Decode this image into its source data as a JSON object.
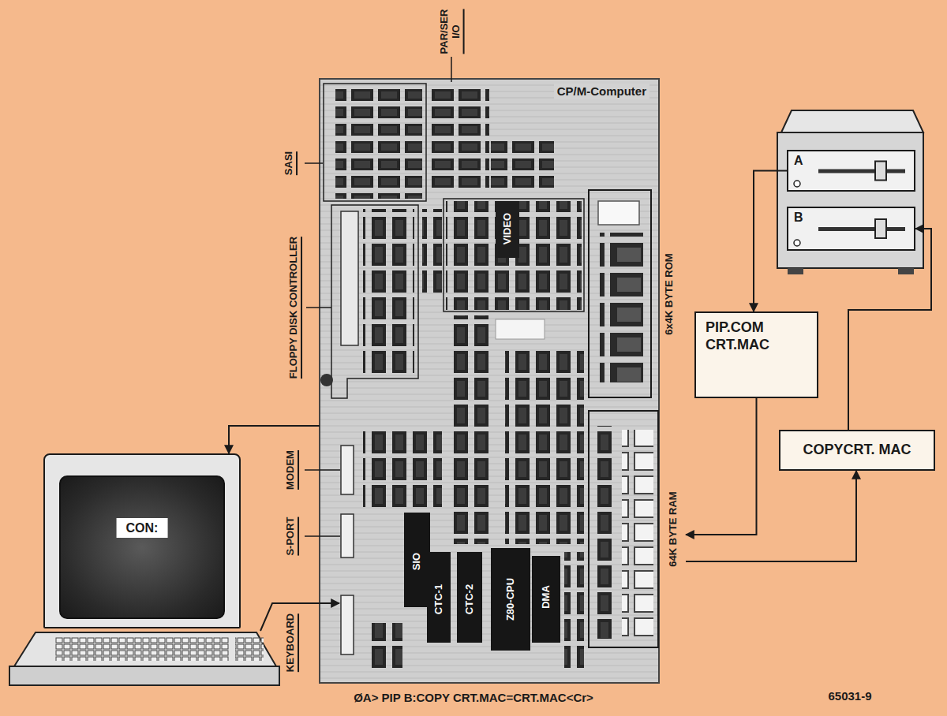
{
  "diagram": {
    "caption": "ØA> PIP B:COPY CRT.MAC=CRT.MAC<Cr>",
    "nodes": [
      {
        "text": [
          "CP/M-Computer"
        ]
      },
      {
        "text": [
          "6x4K BYTE ROM"
        ],
        "in": 0
      },
      {
        "text": [
          "64K BYTE RAM"
        ],
        "in": 0
      },
      {
        "text": [
          "PIP.COM CRT.MAC"
        ]
      },
      {
        "text": [
          "COPYCRT. MAC"
        ]
      },
      {
        "text": [
          "CON:"
        ]
      },
      {
        "text": [
          "A"
        ]
      },
      {
        "text": [
          "B"
        ]
      }
    ],
    "edges": [
      {
        "from": 6,
        "to": 3,
        "arrow": "to"
      },
      {
        "from": 3,
        "to": 2,
        "arrow": "to"
      },
      {
        "from": 2,
        "to": 4,
        "arrow": "to"
      },
      {
        "from": 4,
        "to": 7,
        "arrow": "to"
      },
      {
        "from": 0,
        "to": 5,
        "arrow": "to"
      }
    ],
    "labels": [
      "PAR/SER I/O",
      "SASI",
      "FLOPPY DISK CONTROLLER",
      "VIDEO",
      "MODEM",
      "S-PORT",
      "KEYBOARD",
      "SIO",
      "CTC-1",
      "CTC-2",
      "Z80-CPU",
      "DMA",
      "65031-9"
    ]
  }
}
